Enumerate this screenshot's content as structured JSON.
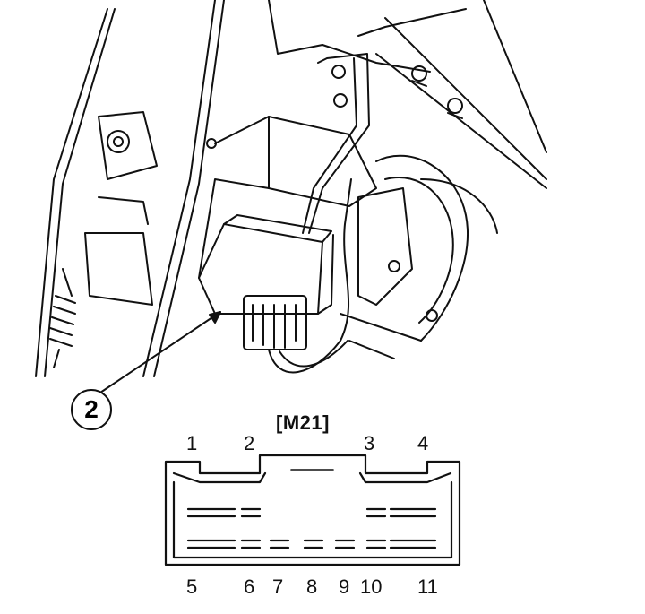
{
  "callout": {
    "number": "2"
  },
  "connector": {
    "name": "[M21]",
    "pins_top": [
      "1",
      "2",
      "3",
      "4"
    ],
    "pins_bottom": [
      "5",
      "6",
      "7",
      "8",
      "9",
      "10",
      "11"
    ]
  },
  "colors": {
    "line": "#111111",
    "background": "#ffffff"
  }
}
